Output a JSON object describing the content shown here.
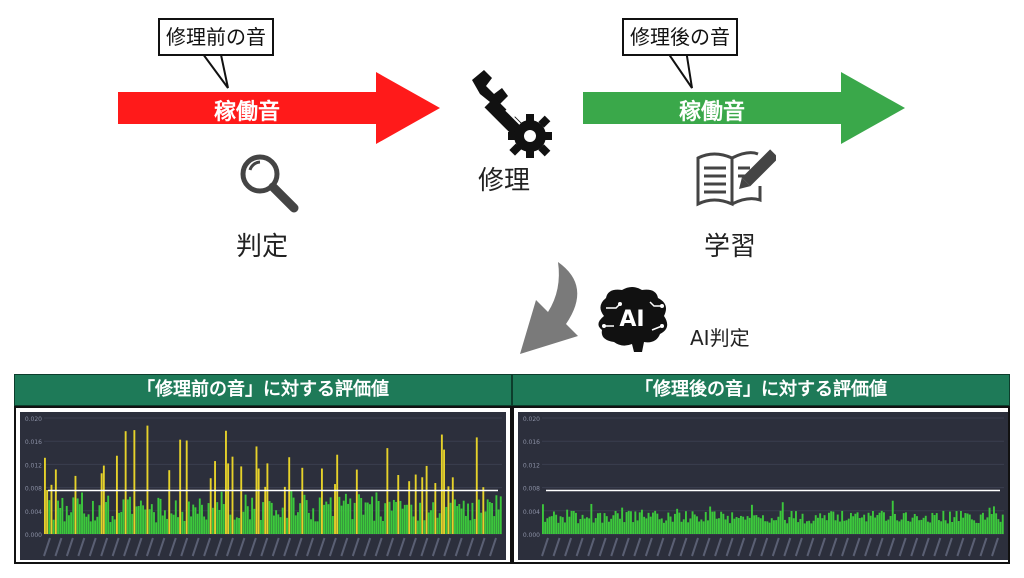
{
  "before": {
    "callout": "修理前の音",
    "arrow_label": "稼働音",
    "arrow_color": "#ff1a1a",
    "caption": "判定",
    "icon": "magnifier-icon"
  },
  "repair": {
    "caption": "修理",
    "icon": "wrench-gear-icon"
  },
  "after": {
    "callout": "修理後の音",
    "arrow_label": "稼働音",
    "arrow_color": "#3aa84a",
    "caption": "学習",
    "icon": "notebook-pencil-icon"
  },
  "ai": {
    "caption": "AI判定",
    "badge": "AI",
    "icon": "ai-brain-icon"
  },
  "panels": {
    "left_title": "「修理前の音」に対する評価値",
    "right_title": "「修理後の音」に対する評価値",
    "header_color": "#1e7a58"
  },
  "chart_data": [
    {
      "type": "bar",
      "ylim": [
        0,
        0.02
      ],
      "yticks": [
        "0.020",
        "0.016",
        "0.012",
        "0.008",
        "0.004",
        "0.000"
      ],
      "threshold": 0.0075,
      "threshold_color": "#ffffff",
      "colors": {
        "normal": "#3cc83c",
        "over": "#e6d22a"
      },
      "n_bars": 210,
      "max": 0.0195
    },
    {
      "type": "bar",
      "ylim": [
        0,
        0.02
      ],
      "yticks": [
        "0.020",
        "0.016",
        "0.012",
        "0.008",
        "0.004",
        "0.000"
      ],
      "threshold": 0.0075,
      "threshold_color": "#ffffff",
      "colors": {
        "normal": "#3cc83c",
        "over": "#e6d22a"
      },
      "n_bars": 210,
      "max": 0.0058
    }
  ]
}
